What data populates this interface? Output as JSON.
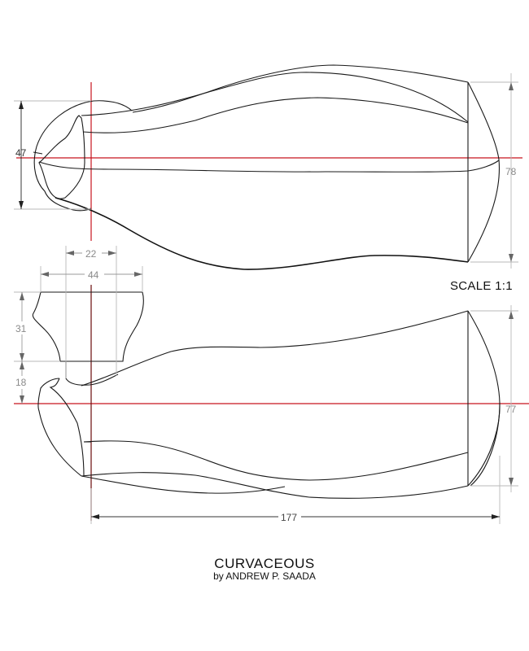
{
  "drawing": {
    "title": "CURVACEOUS",
    "author": "by ANDREW P. SAADA",
    "scale_label": "SCALE 1:1",
    "colors": {
      "centerline": "#c8141e",
      "outline": "#1a1a1a",
      "dimension": "#8a8a8a",
      "background": "#ffffff"
    },
    "top_view": {
      "dimensions": {
        "left_height": "47",
        "right_height": "78"
      }
    },
    "side_view": {
      "dimensions": {
        "tip_width_inner": "22",
        "tip_width_outer": "44",
        "tip_height": "31",
        "tip_offset": "18",
        "right_height": "77",
        "overall_length": "177"
      }
    }
  }
}
